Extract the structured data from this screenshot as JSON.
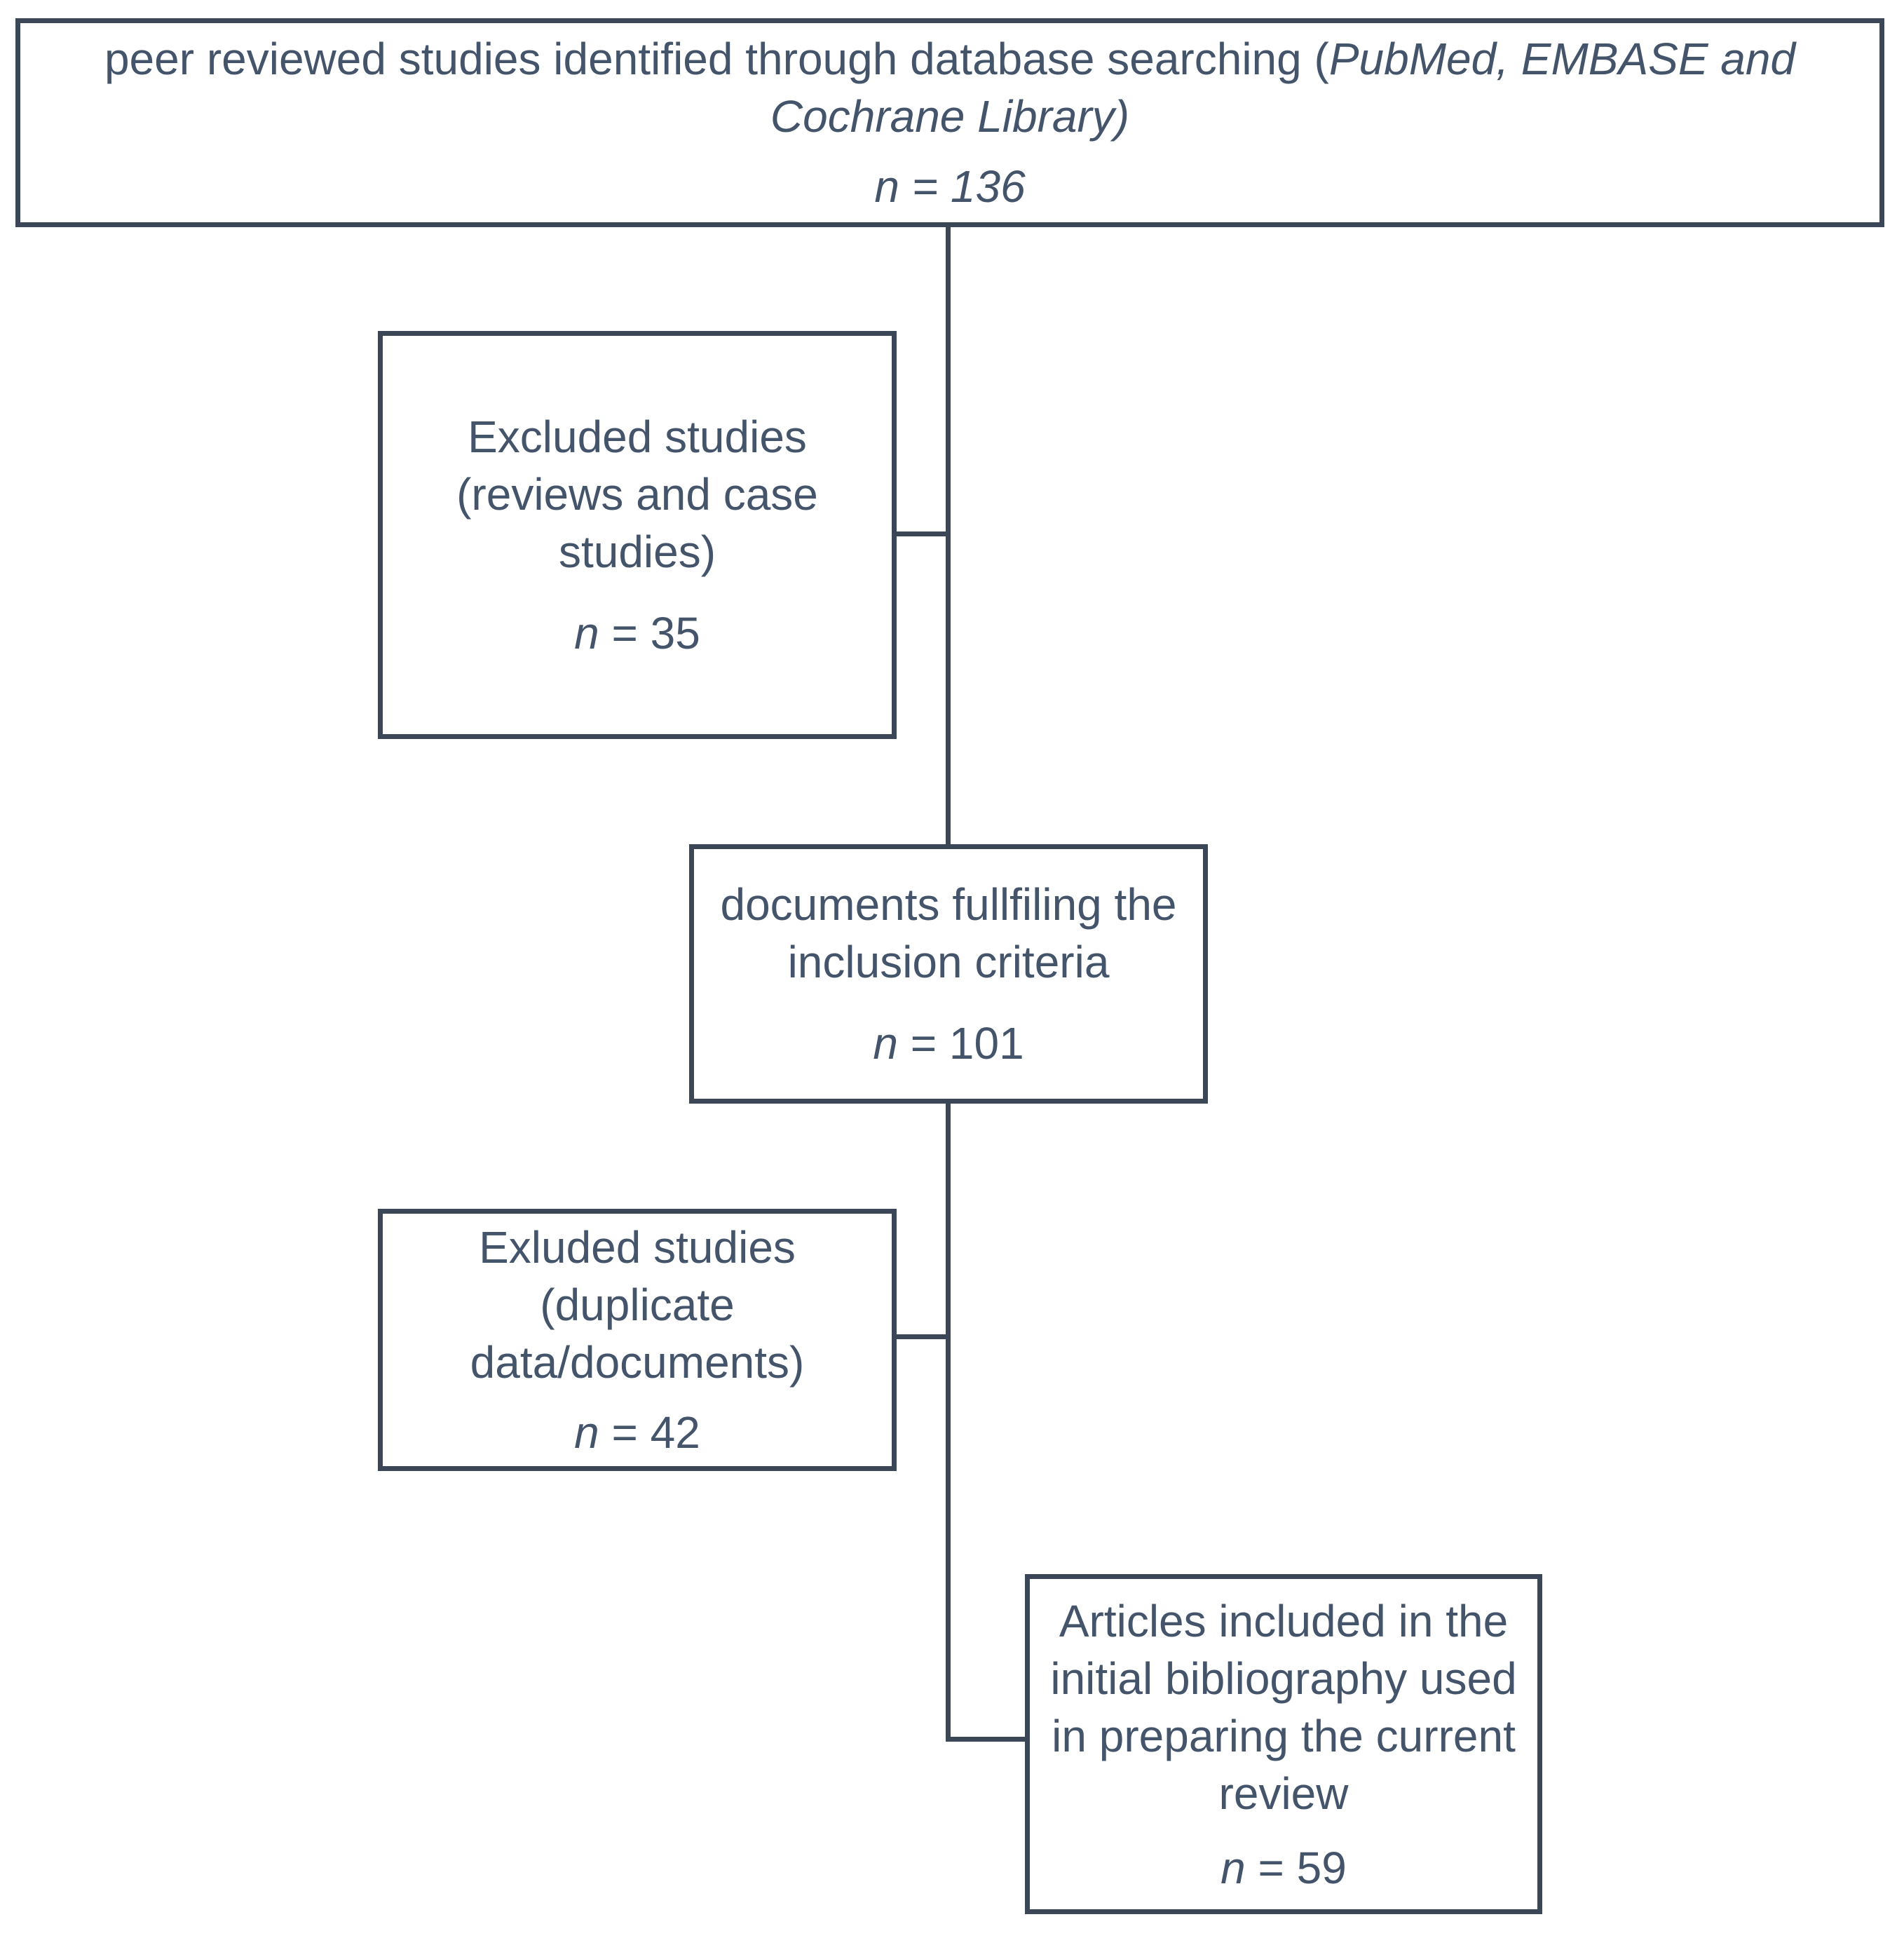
{
  "diagram": {
    "search": {
      "label_plain": "peer reviewed studies identified through database searching (",
      "label_italic": "PubMed, EMBASE and Cochrane Library)",
      "count": "n = 136"
    },
    "excluded_reviews": {
      "label": "Excluded studies (reviews and case studies)",
      "n": "n",
      "count_value": " = 35"
    },
    "inclusion": {
      "label": "documents fullfiling the inclusion criteria",
      "n": "n",
      "count_value": " = 101"
    },
    "excluded_duplicates": {
      "label": "Exluded studies (duplicate data/documents)",
      "n": "n",
      "count_value": " = 42"
    },
    "final": {
      "label": "Articles included in the initial bibliography used in preparing the current review",
      "n": "n",
      "count_value": " = 59"
    }
  },
  "colors": {
    "border": "#3b4656",
    "text": "#44546a",
    "background": "#ffffff"
  }
}
